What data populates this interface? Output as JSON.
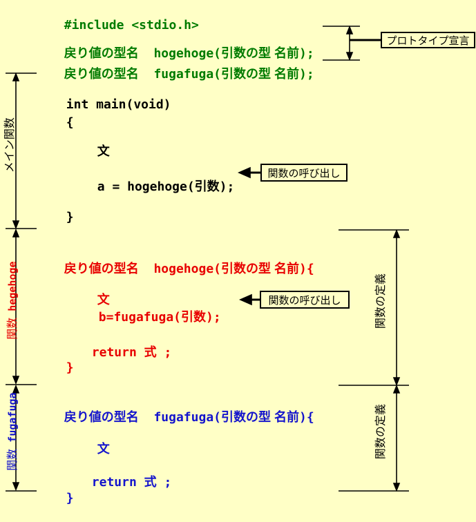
{
  "colors": {
    "background": "#FFFFC6",
    "green": "#007B00",
    "red": "#E80000",
    "blue": "#1414CC",
    "black": "#000000"
  },
  "include_line": "#include <stdio.h>",
  "prototype": {
    "line1": {
      "jp1": "戻り値の型名",
      "code1": "  hogehoge(",
      "jp2": "引数の型 名前",
      "code2": ");"
    },
    "line2": {
      "jp1": "戻り値の型名",
      "code1": "  fugafuga(",
      "jp2": "引数の型 名前",
      "code2": ");"
    },
    "callout": "プロトタイプ宣言"
  },
  "main_fn": {
    "bracket_label": "メイン関数",
    "signature": "int main(void)",
    "open_brace": "{",
    "statement": "文",
    "call": {
      "code1": "a = hogehoge(",
      "jp": "引数",
      "code2": ");"
    },
    "close_brace": "}",
    "callout": "関数の呼び出し"
  },
  "hogehoge_fn": {
    "bracket_label_jp": "関数",
    "bracket_label_code": " hegehoge",
    "header": {
      "jp1": "戻り値の型名",
      "code1": "  hogehoge(",
      "jp2": "引数の型 名前",
      "code2": "){"
    },
    "statement": "文",
    "call": {
      "code1": "b=fugafuga(",
      "jp": "引数",
      "code2": ");"
    },
    "return_line": {
      "code1": "return ",
      "jp": "式",
      "code2": " ;"
    },
    "close_brace": "}",
    "callout": "関数の呼び出し",
    "definition_label": "関数の定義"
  },
  "fugafuga_fn": {
    "bracket_label_jp": "関数",
    "bracket_label_code": " fugafuga",
    "header": {
      "jp1": "戻り値の型名",
      "code1": "  fugafuga(",
      "jp2": "引数の型 名前",
      "code2": "){"
    },
    "statement": "文",
    "return_line": {
      "code1": "return ",
      "jp": "式",
      "code2": " ;"
    },
    "close_brace": "}",
    "definition_label": "関数の定義"
  }
}
